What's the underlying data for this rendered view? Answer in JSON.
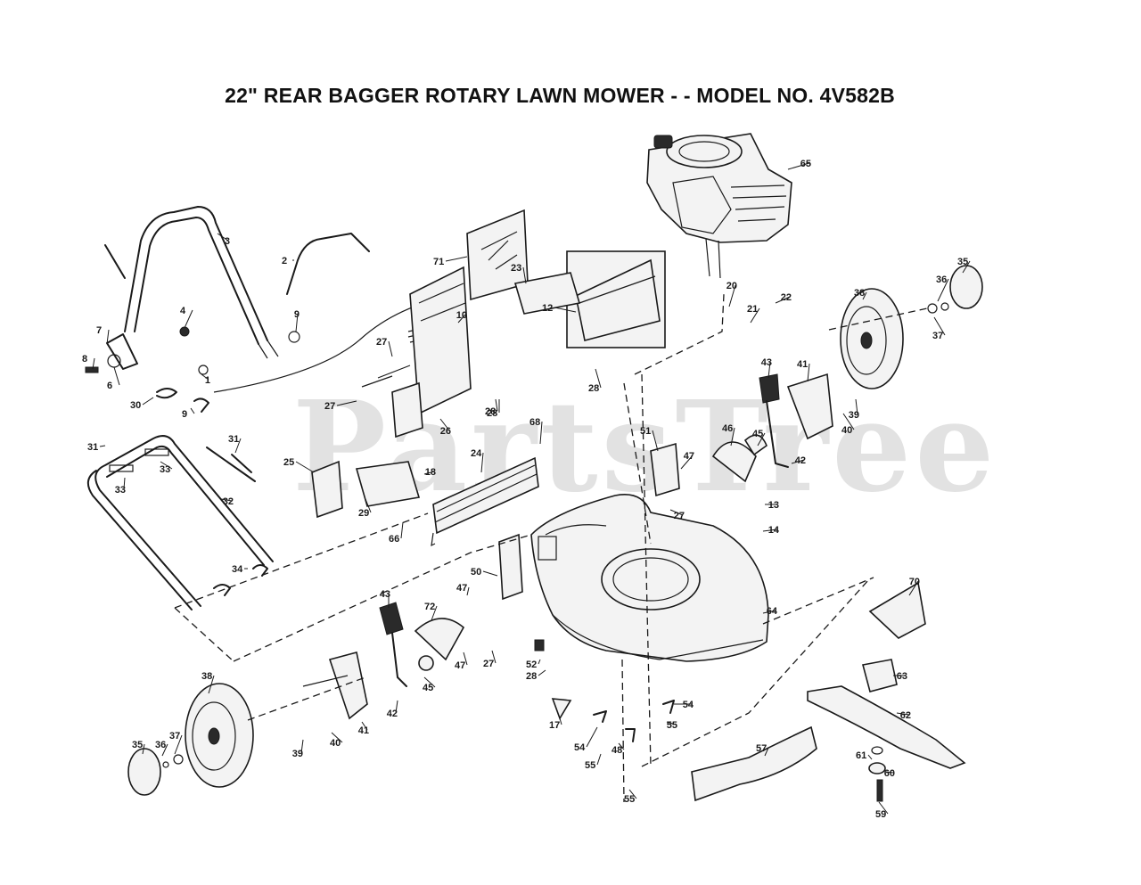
{
  "title": "22\" REAR BAGGER ROTARY LAWN MOWER - - MODEL NO. 4V582B",
  "watermark": "PartsTree",
  "callouts": [
    "1",
    "2",
    "3",
    "4",
    "6",
    "7",
    "8",
    "9",
    "9",
    "10",
    "12",
    "13",
    "14",
    "17",
    "18",
    "20",
    "21",
    "22",
    "23",
    "24",
    "25",
    "26",
    "27",
    "27",
    "27",
    "27",
    "28",
    "28",
    "28",
    "28",
    "29",
    "30",
    "31",
    "31",
    "32",
    "33",
    "33",
    "34",
    "35",
    "35",
    "36",
    "36",
    "37",
    "37",
    "38",
    "38",
    "39",
    "39",
    "40",
    "40",
    "41",
    "41",
    "42",
    "42",
    "43",
    "43",
    "45",
    "45",
    "46",
    "47",
    "47",
    "47",
    "48",
    "50",
    "51",
    "52",
    "54",
    "54",
    "55",
    "55",
    "55",
    "57",
    "59",
    "60",
    "61",
    "62",
    "63",
    "64",
    "65",
    "66",
    "68",
    "70",
    "71",
    "72"
  ]
}
